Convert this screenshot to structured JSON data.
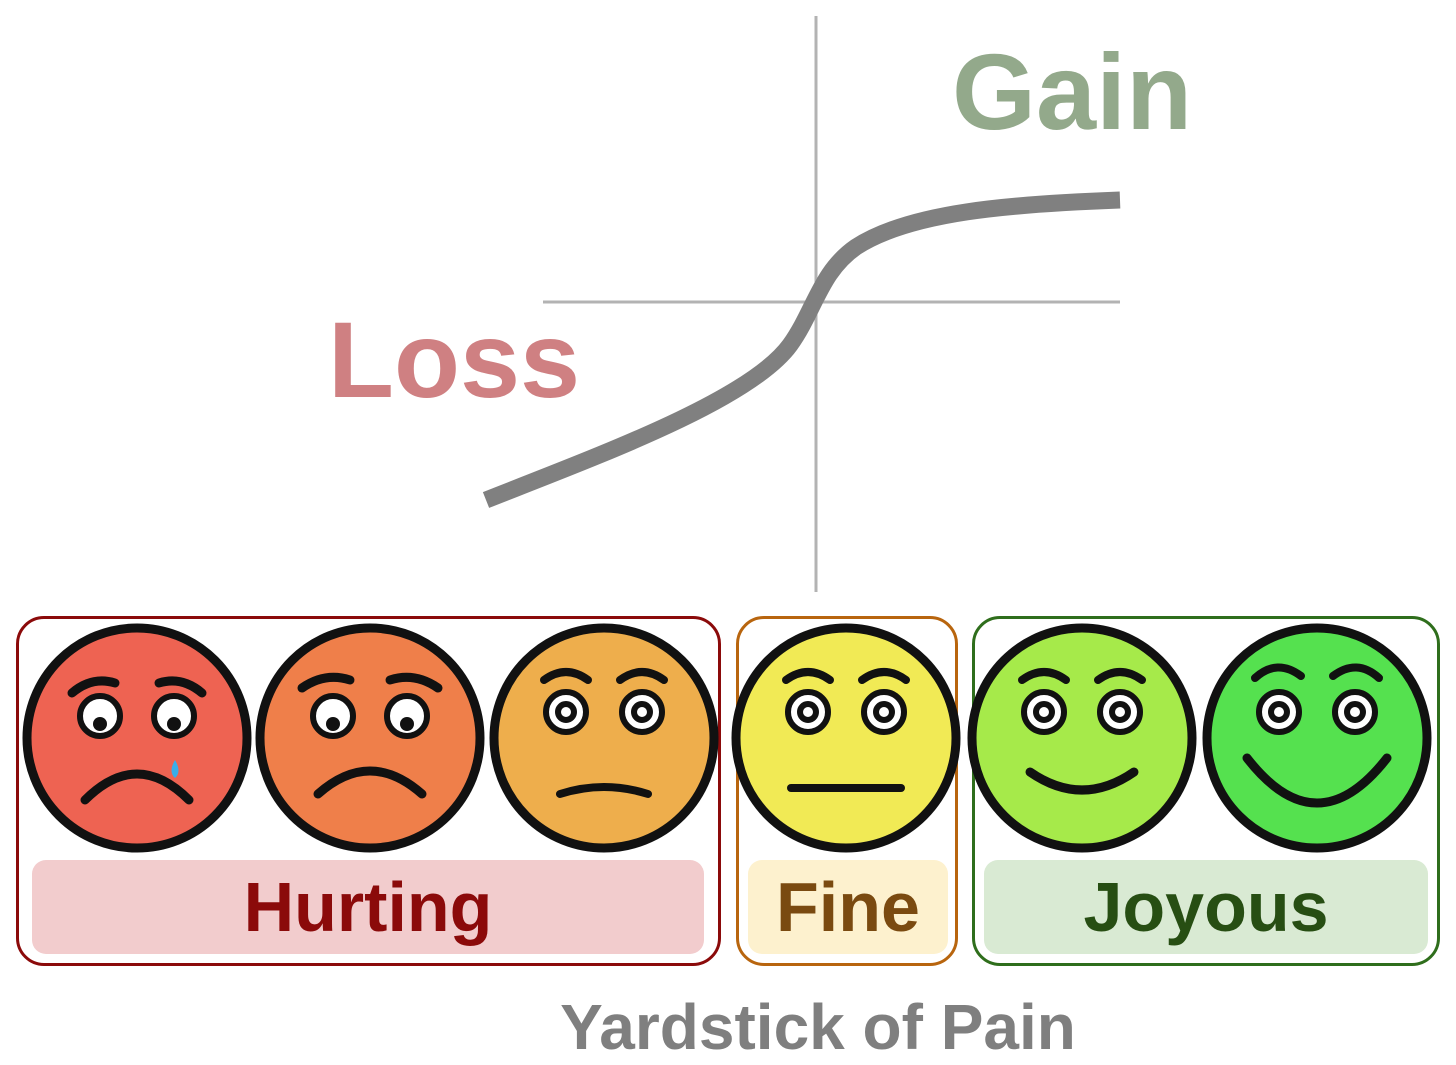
{
  "labels": {
    "gain": "Gain",
    "loss": "Loss"
  },
  "groups": [
    {
      "label": "Hurting",
      "color": "#8b0a0a",
      "fill": "#f2cccd"
    },
    {
      "label": "Fine",
      "color": "#b8650e",
      "fill": "#fdf1ce"
    },
    {
      "label": "Joyous",
      "color": "#2f6e1c",
      "fill": "#d9ead3"
    }
  ],
  "faces": [
    {
      "mood": "crying",
      "color": "#ee6352"
    },
    {
      "mood": "sad",
      "color": "#ef7f4a"
    },
    {
      "mood": "uneasy",
      "color": "#eeae4c"
    },
    {
      "mood": "neutral",
      "color": "#f1ea55"
    },
    {
      "mood": "smiling",
      "color": "#a6ea4a"
    },
    {
      "mood": "grinning",
      "color": "#55e14f"
    }
  ],
  "caption": "Yardstick of Pain",
  "colors": {
    "curve": "#808080",
    "axes": "#b3b3b3",
    "gain": "#93a98b",
    "loss": "#cf8082",
    "caption": "#7f7f7f"
  }
}
